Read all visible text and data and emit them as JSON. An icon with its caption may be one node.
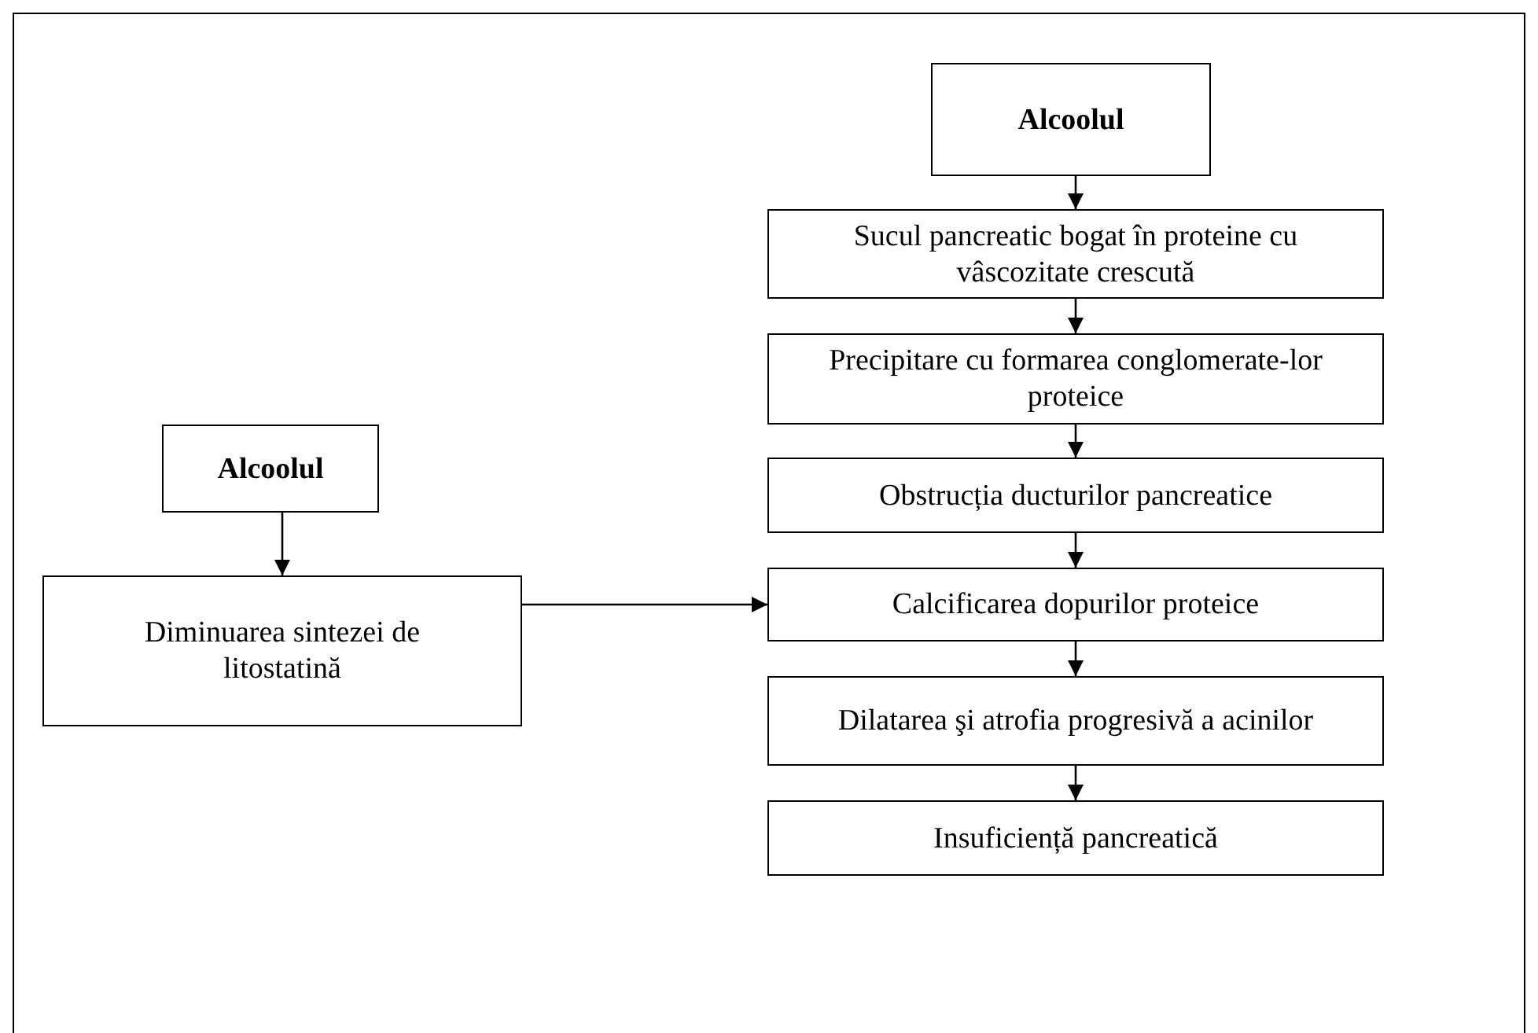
{
  "diagram": {
    "nodes": [
      {
        "text": [
          "Alcoolul"
        ]
      },
      {
        "text": [
          "Sucul pancreatic bogat în proteine cu vâscozitate crescută"
        ]
      },
      {
        "text": [
          "Precipitare cu formarea conglomerate-lor proteice"
        ]
      },
      {
        "text": [
          "Obstrucția ducturilor pancreatice"
        ]
      },
      {
        "text": [
          "Calcificarea dopurilor proteice"
        ]
      },
      {
        "text": [
          "Dilatarea şi atrofia progresivă a acinilor"
        ]
      },
      {
        "text": [
          "Insuficiență pancreatică"
        ]
      },
      {
        "text": [
          "Alcoolul"
        ]
      },
      {
        "text": [
          "Diminuarea sintezei de litostatină"
        ]
      }
    ],
    "edges": [
      {
        "from": 0,
        "to": 1,
        "arrow": "to"
      },
      {
        "from": 1,
        "to": 2,
        "arrow": "to"
      },
      {
        "from": 2,
        "to": 3,
        "arrow": "to"
      },
      {
        "from": 3,
        "to": 4,
        "arrow": "to"
      },
      {
        "from": 4,
        "to": 5,
        "arrow": "to"
      },
      {
        "from": 5,
        "to": 6,
        "arrow": "to"
      },
      {
        "from": 7,
        "to": 8,
        "arrow": "to"
      },
      {
        "from": 8,
        "to": 4,
        "arrow": "to"
      }
    ]
  }
}
